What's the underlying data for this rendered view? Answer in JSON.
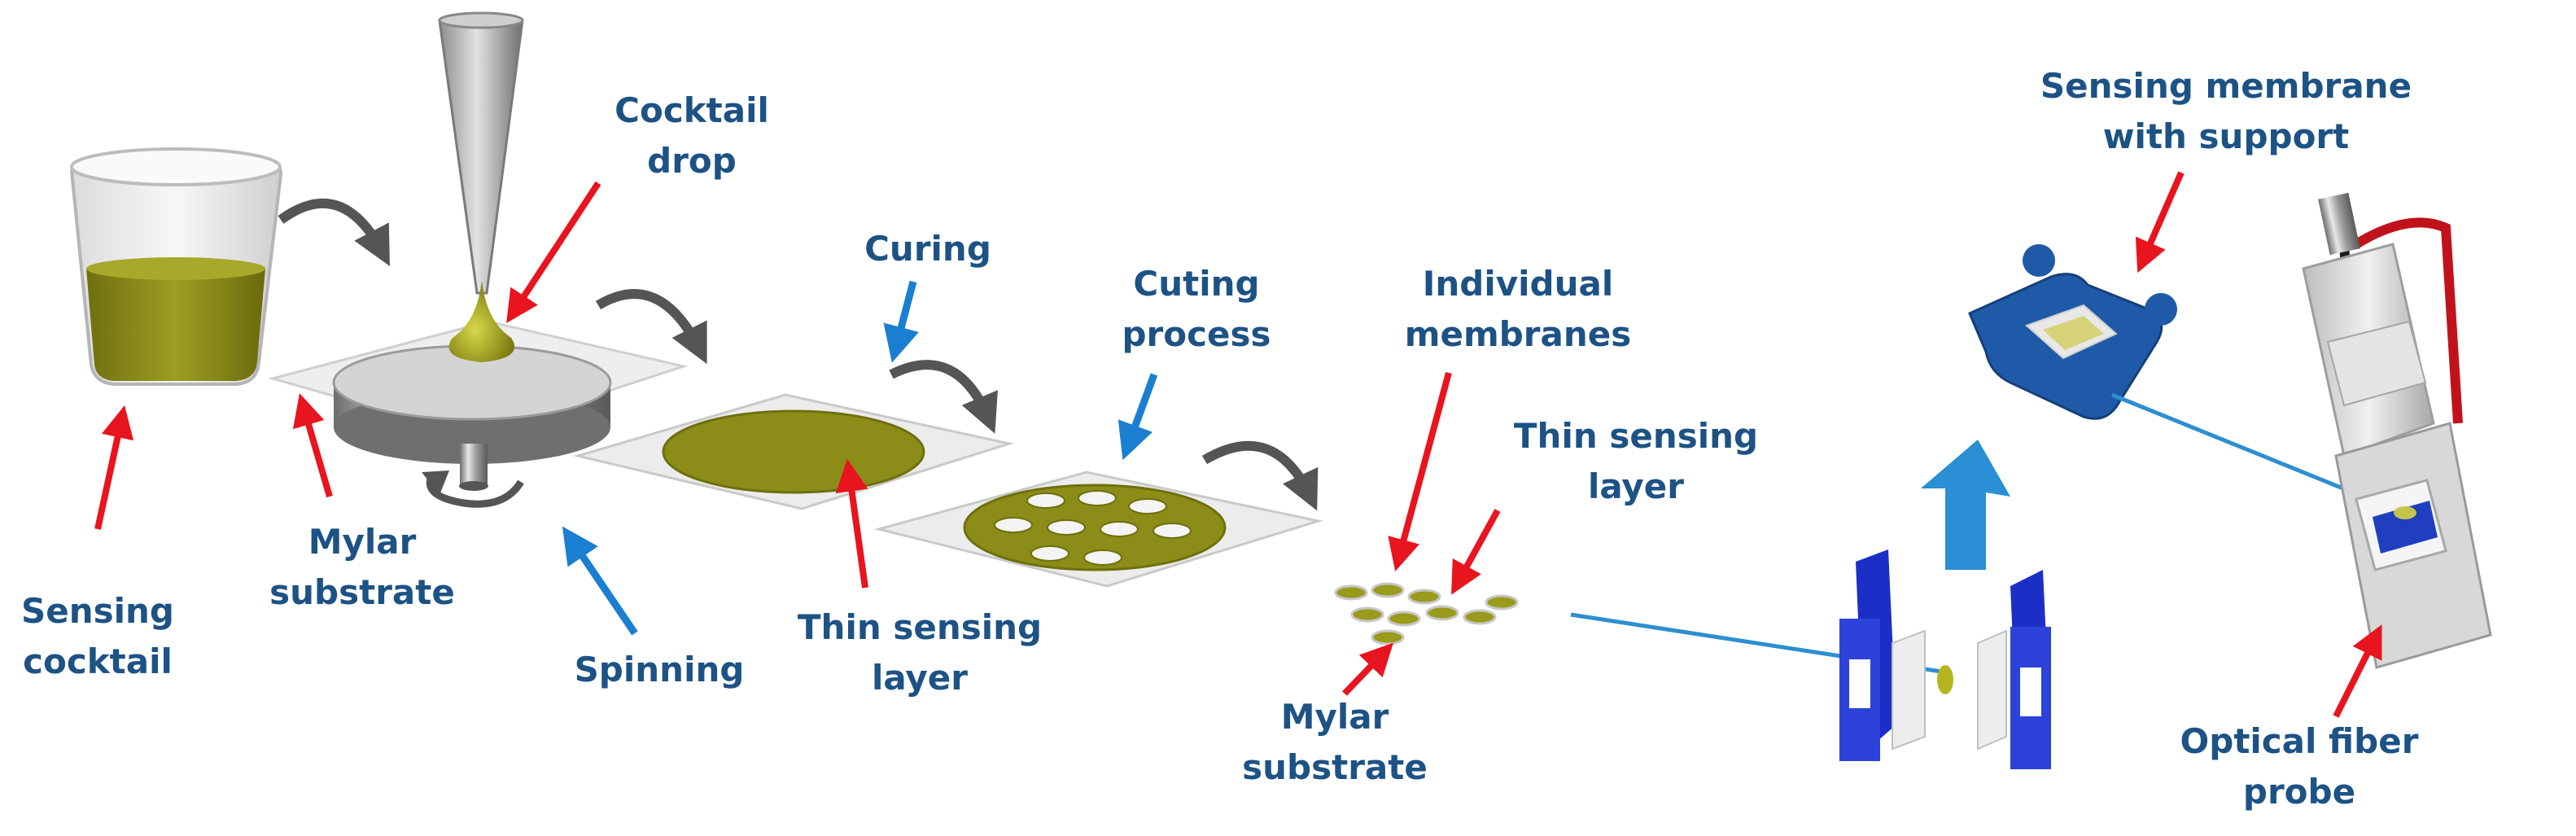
{
  "labels": {
    "sensing_cocktail": [
      "Sensing",
      "cocktail"
    ],
    "mylar_substrate_1": [
      "Mylar",
      "substrate"
    ],
    "spinning": "Spinning",
    "cocktail_drop": [
      "Cocktail",
      "drop"
    ],
    "curing": "Curing",
    "thin_sensing_layer_1": [
      "Thin sensing",
      "layer"
    ],
    "cuting_process": [
      "Cuting",
      "process"
    ],
    "individual_membranes": [
      "Individual",
      "membranes"
    ],
    "thin_sensing_layer_2": [
      "Thin sensing",
      "layer"
    ],
    "mylar_substrate_2": [
      "Mylar",
      "substrate"
    ],
    "sensing_membrane_support": [
      "Sensing membrane",
      "with support"
    ],
    "optical_fiber_probe": [
      "Optical fiber",
      "probe"
    ]
  },
  "colors": {
    "label_text": "#1d5285",
    "red_arrow": "#e8141e",
    "blue_arrow": "#1b7fd1",
    "process_arrow": "#555555",
    "olive_liquid": "#8a8a16",
    "mylar_sheet": "#e9e9e9",
    "membrane_blue": "#1f5aa8",
    "holder_blue": "#1b2fc7",
    "fiber_red": "#c1121c"
  }
}
